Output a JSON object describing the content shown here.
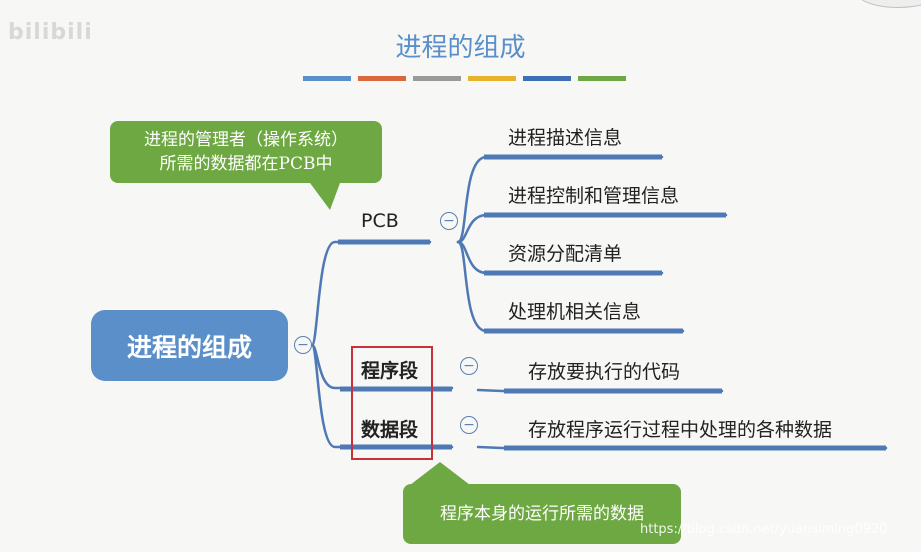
{
  "logo_text": "bilibili",
  "slide_title": "进程的组成",
  "title_bar_colors": [
    "#5b8fc9",
    "#d9693a",
    "#9a9a9a",
    "#e7b22c",
    "#3f6fb5",
    "#6ea842"
  ],
  "root_node": "进程的组成",
  "pcb": {
    "label": "PCB",
    "children": [
      "进程描述信息",
      "进程控制和管理信息",
      "资源分配清单",
      "处理机相关信息"
    ]
  },
  "program_segment": {
    "label": "程序段",
    "child": "存放要执行的代码"
  },
  "data_segment": {
    "label": "数据段",
    "child": "存放程序运行过程中处理的各种数据"
  },
  "callout_pcb": {
    "line1": "进程的管理者（操作系统）",
    "line2": "所需的数据都在PCB中"
  },
  "callout_data": "程序本身的运行所需的数据",
  "collapse_symbol": "−",
  "watermark": "https://blog.csdn.net/yuansiming0920",
  "colors": {
    "accent_blue": "#5b8fc9",
    "line_blue": "#4f79b4",
    "callout_green": "#6ea842",
    "highlight_red": "#c8313a"
  }
}
